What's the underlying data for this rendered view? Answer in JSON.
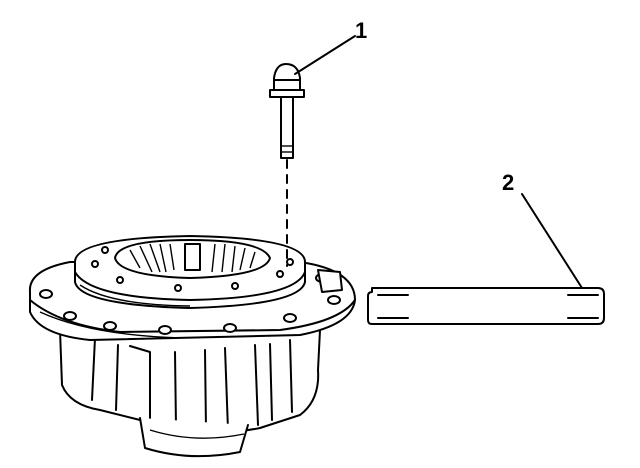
{
  "callouts": [
    {
      "id": "1",
      "label": "1"
    },
    {
      "id": "2",
      "label": "2"
    }
  ],
  "colors": {
    "ink": "#000000",
    "paper": "#ffffff"
  },
  "parts": [
    "bolt",
    "cross-shaft",
    "differential-case",
    "ring-gear-flange",
    "side-gears"
  ]
}
